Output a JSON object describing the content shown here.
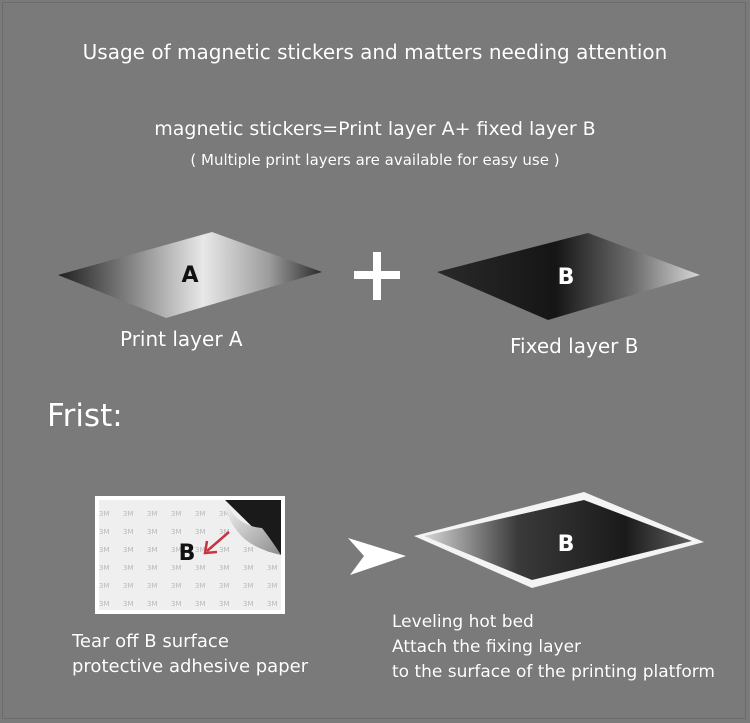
{
  "title": "Usage of magnetic stickers and matters needing attention",
  "formula": "magnetic stickers=Print layer A+ fixed layer B",
  "note": "( Multiple print layers are available for easy use )",
  "layers": {
    "a_letter": "A",
    "a_label": "Print layer A",
    "plus": "+",
    "b_letter": "B",
    "b_label": "Fixed layer B"
  },
  "step": {
    "heading": "Frist:",
    "sheet_letter": "B",
    "sheet_watermark": "3M",
    "tear_line1": "Tear off B surface",
    "tear_line2": "protective adhesive paper",
    "bed_letter": "B",
    "leveling_line1": "Leveling hot bed",
    "leveling_line2": "Attach the fixing layer",
    "leveling_line3": "to the surface of the printing platform"
  },
  "icons": {
    "plus": "plus-icon",
    "arrow": "right-arrow-icon"
  },
  "colors": {
    "background": "#7a7a7a",
    "text": "#ffffff"
  }
}
